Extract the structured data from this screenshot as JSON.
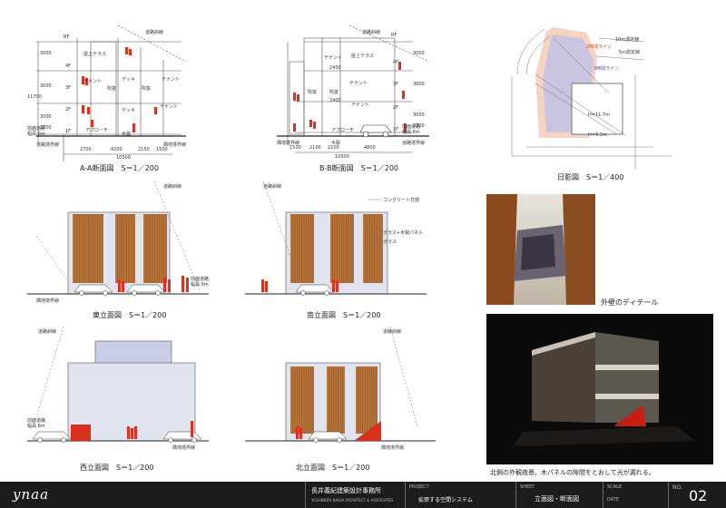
{
  "sections": {
    "aa": {
      "caption": "A-A断面図　S＝1／200",
      "labels": [
        "道路斜線",
        "RF",
        "4F",
        "3F",
        "2F",
        "1F",
        "屋上テラス",
        "テナント",
        "吹抜",
        "吹抜",
        "デッキ",
        "デッキ",
        "テナント",
        "テナント",
        "アプローチ",
        "水盤",
        "前面道路",
        "幅員 6m",
        "隣地境界線",
        "道路境界線"
      ],
      "dims_bottom": [
        "2700",
        "4200",
        "2150",
        "1500"
      ],
      "dims_total": "10500",
      "dims_left": [
        "3000",
        "3000",
        "3000",
        "2700"
      ],
      "dim_height": "11700"
    },
    "bb": {
      "caption": "B-B断面図　S＝1／200",
      "labels": [
        "道路斜線",
        "RF",
        "4F",
        "3F",
        "2F",
        "1F",
        "テナント",
        "屋上テラス",
        "テナント",
        "テナント",
        "吹抜",
        "吹抜",
        "アプローチ",
        "隣地境界線",
        "道路境界線",
        "前面道路",
        "幅員 6m",
        "木製"
      ],
      "dims_bottom": [
        "1500",
        "2100",
        "2100",
        "4800"
      ],
      "dims_total": "10500",
      "dims_left": [
        "3000",
        "3000",
        "3000",
        "2700"
      ],
      "dim_top_a": "2400",
      "dim_top_b": "2400"
    }
  },
  "shadow": {
    "caption": "日影図　S＝1／400",
    "labels": [
      "10m測定線",
      "5m測定線",
      "2時間ライン",
      "3時間ライン",
      "H=11.7m",
      "H=9.2m"
    ]
  },
  "elevations": {
    "east": {
      "caption": "東立面図　S＝1／200",
      "labels": [
        "道路斜線",
        "前面道路",
        "幅員 6m",
        "隣地境界線"
      ]
    },
    "south": {
      "caption": "南立面図　S＝1／200",
      "labels": [
        "道路斜線",
        "コンクリート打放",
        "ガラス+木製パネル",
        "ガラス"
      ]
    },
    "west": {
      "caption": "西立面図　S＝1／200",
      "labels": [
        "道路斜線",
        "前面道路",
        "幅員 6m",
        "隣地境界線"
      ]
    },
    "north": {
      "caption": "北立面図　S＝1／200",
      "labels": [
        "道路斜線",
        "隣地境界線"
      ]
    }
  },
  "renders": {
    "detail_caption": "外壁のディテール",
    "night_caption": "北側の外観夜景。木パネルの隙間をとおして光が漏れる。"
  },
  "titleblock": {
    "logo": "ynaa",
    "office_jp": "長井義紀建築設計事務所",
    "office_en": "YOSHINORI NAGAI ARCHITECT & ASSOCIATES",
    "project_label": "PROJECT",
    "project": "拡張する空間システム",
    "sheet_label": "SHEET",
    "sheet": "立面図・断面図",
    "scale_label": "SCALE",
    "date_label": "DATE",
    "no_label": "NO.",
    "no": "02"
  },
  "colors": {
    "wood": "#b8743a",
    "glass": "#dfe4ef",
    "people": "#e0301e",
    "titlebar": "#1c1c1c"
  }
}
